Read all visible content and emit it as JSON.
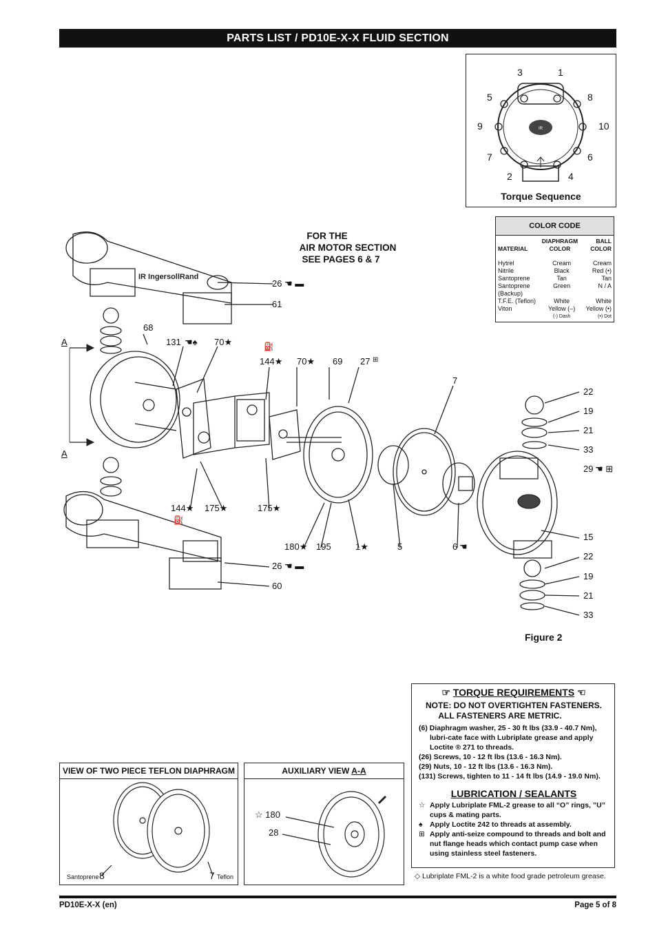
{
  "header": {
    "title": "PARTS LIST / PD10E-X-X FLUID SECTION"
  },
  "torque_sequence": {
    "label": "Torque Sequence",
    "numbers": [
      "3",
      "1",
      "5",
      "8",
      "9",
      "10",
      "7",
      "6",
      "2",
      "4"
    ]
  },
  "air_motor_note": {
    "line1": "FOR THE",
    "line2": "AIR MOTOR SECTION",
    "line3": "SEE PAGES 6 & 7"
  },
  "color_code": {
    "title": "COLOR CODE",
    "col_material": "MATERIAL",
    "col_diaphragm_1": "DIAPHRAGM",
    "col_diaphragm_2": "COLOR",
    "col_ball_1": "BALL",
    "col_ball_2": "COLOR",
    "rows": [
      {
        "material": "Hytrel",
        "diaphragm": "Cream",
        "ball": "Cream"
      },
      {
        "material": "Nitrile",
        "diaphragm": "Black",
        "ball": "Red (•)"
      },
      {
        "material": "Santoprene",
        "diaphragm": "Tan",
        "ball": "Tan"
      },
      {
        "material": "Santoprene",
        "diaphragm": "Green",
        "ball": "N / A"
      },
      {
        "material": "(Backup)",
        "diaphragm": "",
        "ball": ""
      },
      {
        "material": "T.F.E. (Teflon)",
        "diaphragm": "White",
        "ball": "White"
      },
      {
        "material": "Viton",
        "diaphragm": "Yellow (–)",
        "ball": "Yellow (•)"
      },
      {
        "material": "",
        "diaphragm": "(-) Dash",
        "ball": "(•) Dot"
      }
    ]
  },
  "callouts": {
    "c26a": "26",
    "c61": "61",
    "c68": "68",
    "c131": "131",
    "c70a": "70★",
    "c144a": "144★",
    "c70b": "70★",
    "c69": "69",
    "c27": "27",
    "c7": "7",
    "c22a": "22",
    "c19a": "19",
    "c21a": "21",
    "c33a": "33",
    "c29": "29",
    "c15": "15",
    "c22b": "22",
    "c19b": "19",
    "c21b": "21",
    "c33b": "33",
    "c144b": "144★",
    "c175a": "175★",
    "c175b": "175★",
    "c180": "180★",
    "c195": "195",
    "c1": "1★",
    "c5": "5",
    "c6": "6",
    "c26b": "26",
    "c60": "60",
    "cA1": "A",
    "cA2": "A"
  },
  "figure_label": "Figure 2",
  "torque_requirements": {
    "title": "TORQUE REQUIREMENTS",
    "note1": "NOTE: DO NOT OVERTIGHTEN FASTENERS.",
    "note2": "ALL FASTENERS ARE METRIC.",
    "items": [
      "(6) Diaphragm washer, 25 - 30 ft lbs (33.9 - 40.7 Nm), lubri-cate face with Lubriplate grease and apply Loctite ® 271 to threads.",
      "(26) Screws, 10 - 12 ft lbs (13.6 - 16.3 Nm).",
      "(29) Nuts, 10 - 12 ft lbs (13.6 - 16.3 Nm).",
      "(131) Screws, tighten to 11 - 14 ft lbs (14.9 - 19.0 Nm)."
    ]
  },
  "lubrication": {
    "title": "LUBRICATION / SEALANTS",
    "items": [
      {
        "symbol": "☆",
        "text": "Apply Lubriplate FML-2 grease to all “O” rings, ”U” cups & mating parts."
      },
      {
        "symbol": "♠",
        "text": "Apply Loctite 242 to threads at assembly."
      },
      {
        "symbol": "⊞",
        "text": "Apply anti-seize compound to threads and bolt and nut flange heads which contact pump case when using stainless steel fasteners."
      }
    ],
    "footnote": "◇ Lubriplate FML-2 is a white food grade petroleum grease."
  },
  "teflon_view": {
    "title": "VIEW OF TWO PIECE TEFLON DIAPHRAGM",
    "left_small": "Santoprene",
    "left_num": "8",
    "right_num": "7",
    "right_small": "Teflon"
  },
  "aux_view": {
    "title_prefix": "AUXILIARY VIEW ",
    "title_ref": "A-A",
    "c180": "☆ 180",
    "c28": "28"
  },
  "footer": {
    "left": "PD10E-X-X (en)",
    "right": "Page 5 of 8"
  }
}
